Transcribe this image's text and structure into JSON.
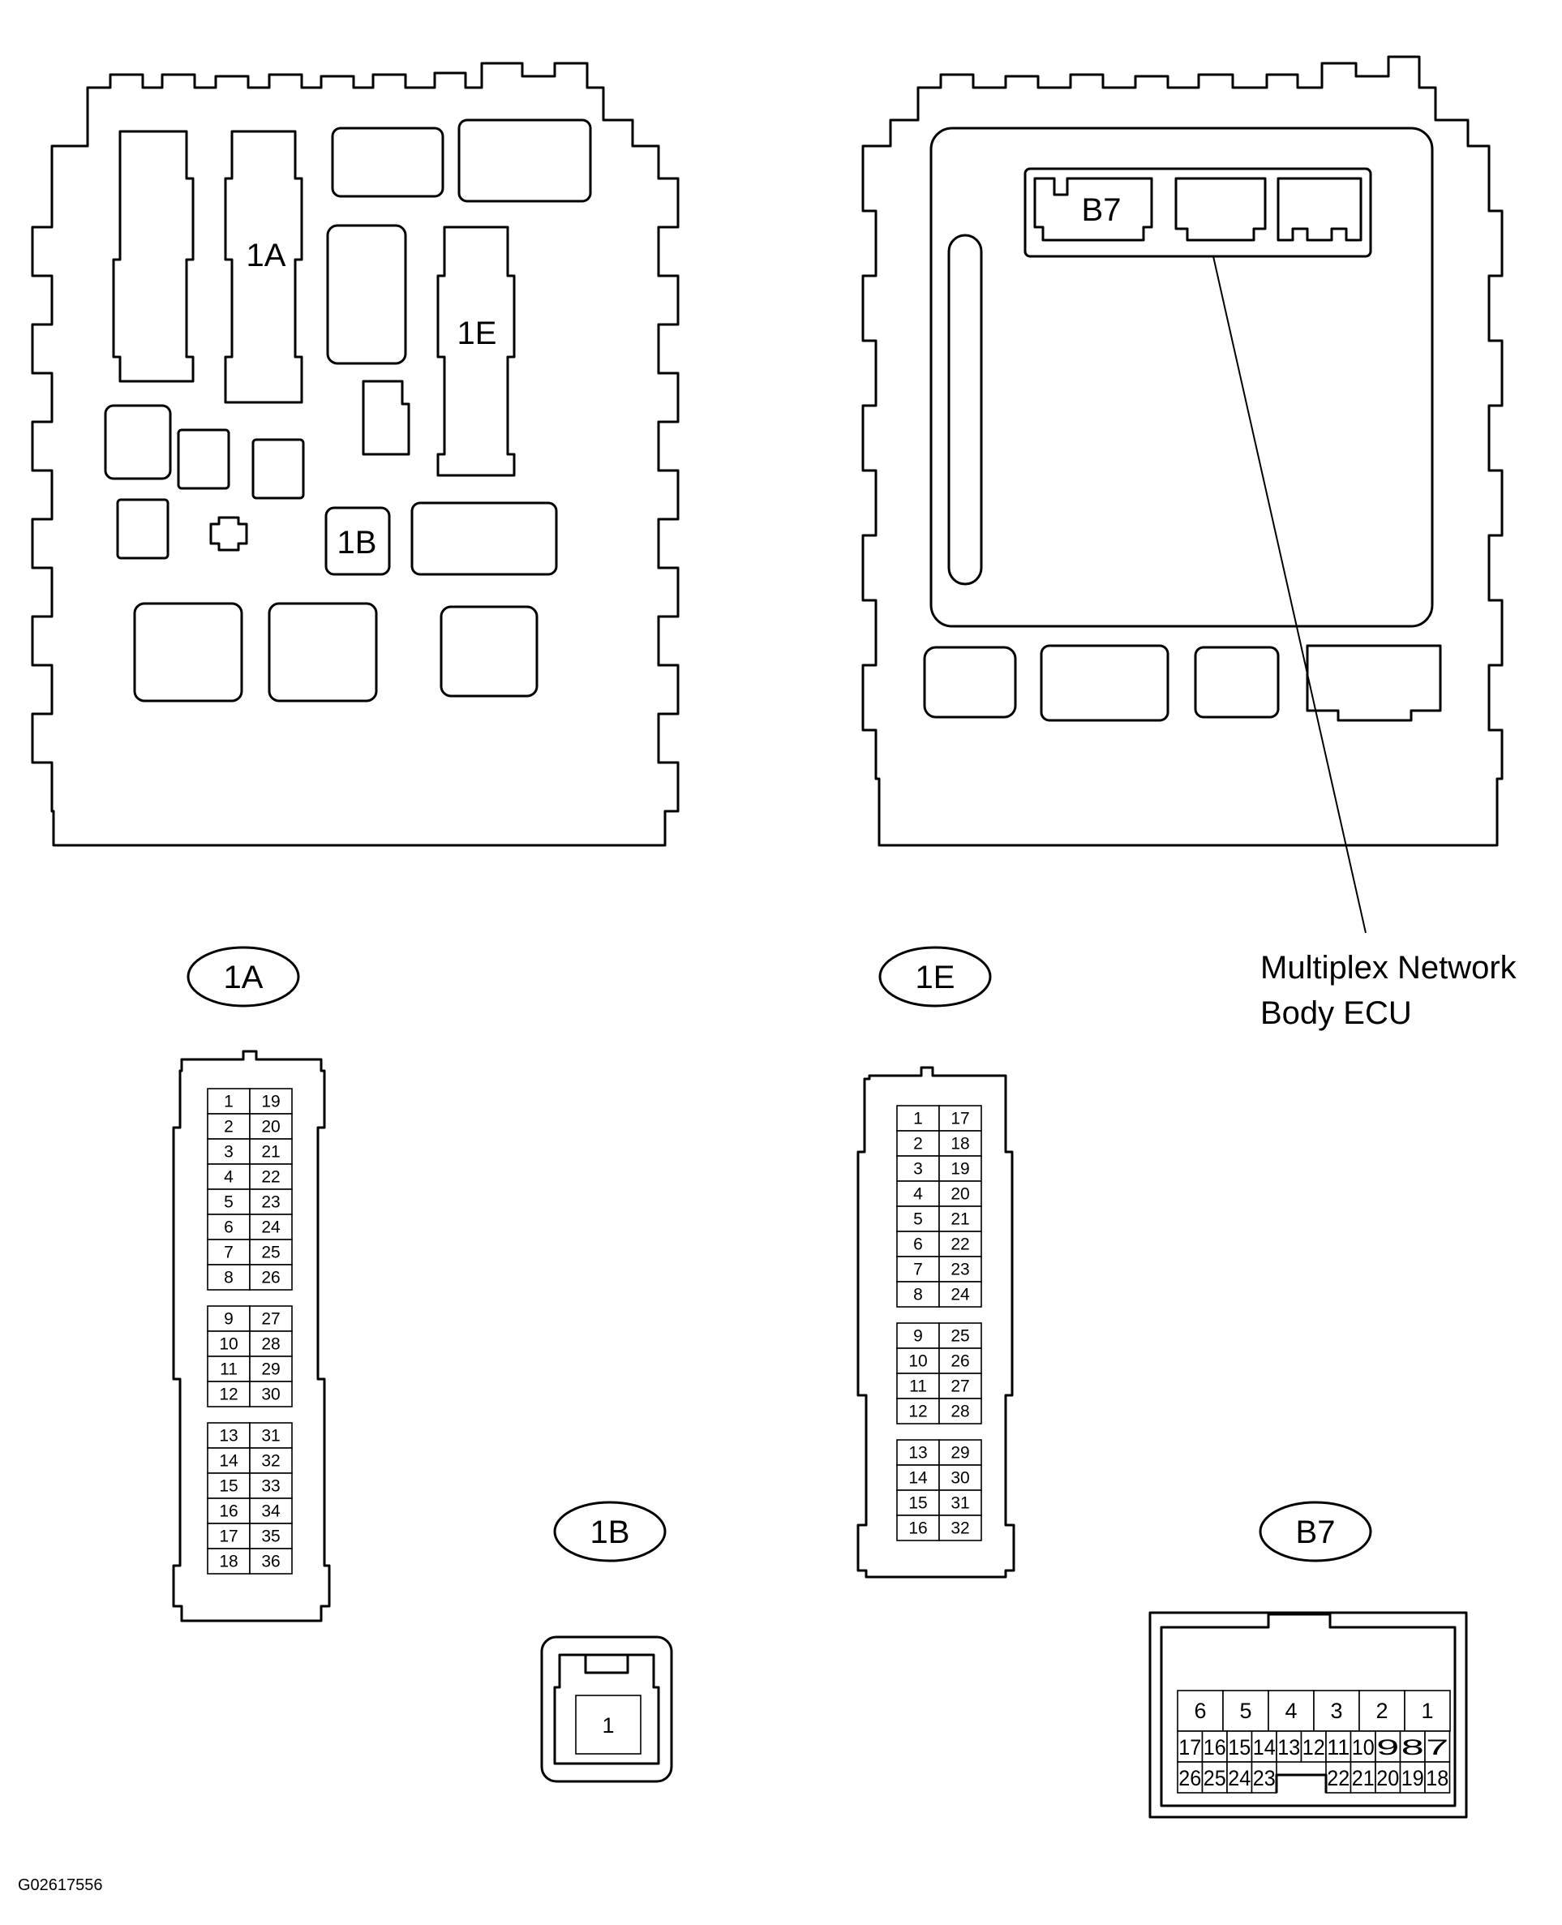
{
  "junction_block_left": {
    "labels": {
      "c1A": "1A",
      "c1E": "1E",
      "c1B": "1B"
    }
  },
  "ecu_block_right": {
    "labels": {
      "b7": "B7"
    },
    "callout_line1": "Multiplex Network",
    "callout_line2": "Body ECU"
  },
  "connectors": {
    "c1A": {
      "label": "1A",
      "groups": [
        [
          [
            1,
            19
          ],
          [
            2,
            20
          ],
          [
            3,
            21
          ],
          [
            4,
            22
          ],
          [
            5,
            23
          ],
          [
            6,
            24
          ],
          [
            7,
            25
          ],
          [
            8,
            26
          ]
        ],
        [
          [
            9,
            27
          ],
          [
            10,
            28
          ],
          [
            11,
            29
          ],
          [
            12,
            30
          ]
        ],
        [
          [
            13,
            31
          ],
          [
            14,
            32
          ],
          [
            15,
            33
          ],
          [
            16,
            34
          ],
          [
            17,
            35
          ],
          [
            18,
            36
          ]
        ]
      ]
    },
    "c1E": {
      "label": "1E",
      "groups": [
        [
          [
            1,
            17
          ],
          [
            2,
            18
          ],
          [
            3,
            19
          ],
          [
            4,
            20
          ],
          [
            5,
            21
          ],
          [
            6,
            22
          ],
          [
            7,
            23
          ],
          [
            8,
            24
          ]
        ],
        [
          [
            9,
            25
          ],
          [
            10,
            26
          ],
          [
            11,
            27
          ],
          [
            12,
            28
          ]
        ],
        [
          [
            13,
            29
          ],
          [
            14,
            30
          ],
          [
            15,
            31
          ],
          [
            16,
            32
          ]
        ]
      ]
    },
    "c1B": {
      "label": "1B",
      "pins": [
        "1"
      ]
    },
    "cB7": {
      "label": "B7",
      "row1": [
        "6",
        "5",
        "4",
        "3",
        "2",
        "1"
      ],
      "row2": [
        "17",
        "16",
        "15",
        "14",
        "13",
        "12",
        "11",
        "10",
        "9",
        "8",
        "7"
      ],
      "row3": [
        "26",
        "25",
        "24",
        "23",
        "",
        "",
        "22",
        "21",
        "20",
        "19",
        "18"
      ]
    }
  },
  "figure_code": "G02617556"
}
